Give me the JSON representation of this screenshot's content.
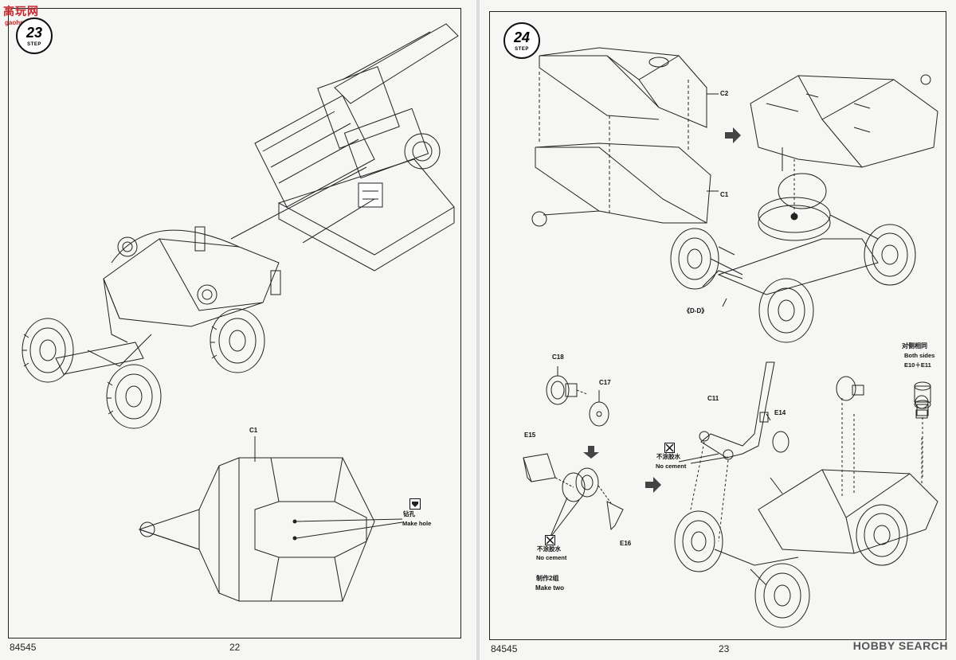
{
  "watermark": {
    "site": "高玩网",
    "domain": "gaohn.com"
  },
  "left_page": {
    "step_number": "23",
    "step_word": "STEP",
    "part_labels": {
      "c1": "C1"
    },
    "drill_note": {
      "zh": "钻孔",
      "en": "Make hole"
    },
    "kit_number": "84545",
    "page_number": "22"
  },
  "right_page": {
    "step_number": "24",
    "step_word": "STEP",
    "part_labels": {
      "c2": "C2",
      "c1": "C1",
      "dd": "《D-D》",
      "c18": "C18",
      "c17": "C17",
      "e15": "E15",
      "e16": "E16",
      "c11": "C11",
      "e14": "E14"
    },
    "no_cement_1": {
      "zh": "不涂胶水",
      "en": "No cement"
    },
    "no_cement_2": {
      "zh": "不涂胶水",
      "en": "No cement"
    },
    "make_two": {
      "zh": "制作2组",
      "en": "Make two"
    },
    "both_sides": {
      "zh": "对侧相同",
      "en": "Both sides",
      "parts": "E10＋E11"
    },
    "kit_number": "84545",
    "page_number": "23"
  },
  "brand": {
    "name": "HOBBY SEARCH"
  },
  "colors": {
    "line": "#222222",
    "paper": "#f6f6f4",
    "watermark": "#c8262b"
  }
}
